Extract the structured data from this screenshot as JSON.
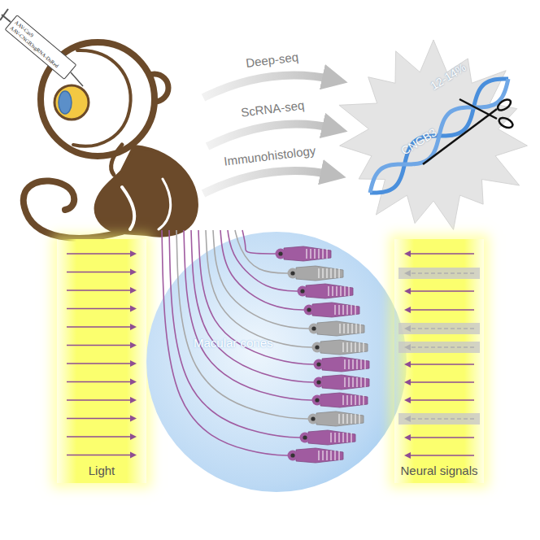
{
  "diagram": {
    "nodes": [
      {
        "text": [
          "AAV-Cas9",
          "AAV-CNGB3sgRNA-DsRed"
        ]
      },
      {
        "text": [
          "12-14%",
          "CNGB3"
        ]
      },
      {
        "text": [
          "Light"
        ]
      },
      {
        "text": [
          "Macular cones"
        ]
      },
      {
        "text": [
          "Neural signals"
        ]
      }
    ],
    "labels": [
      "Deep-seq",
      "ScRNA-seq",
      "Immunohistology"
    ]
  }
}
